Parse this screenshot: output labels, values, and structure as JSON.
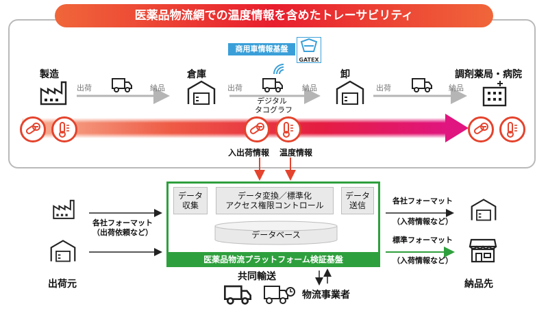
{
  "title": "医薬品物流網での温度情報を含めたトレーサビリティ",
  "top_flow": {
    "nodes": [
      "製造",
      "倉庫",
      "卸",
      "調剤薬局・病院"
    ],
    "edge_labels": {
      "ship": "出荷",
      "deliver": "納品"
    },
    "gatex_label": "商用車情報基盤",
    "gatex_logo_text": "GATEX",
    "digital_tachograph": [
      "デジタル",
      "タコグラフ"
    ],
    "info_labels": {
      "shipping": "入出荷情報",
      "temperature": "温度情報"
    }
  },
  "platform": {
    "collect": [
      "データ",
      "収集"
    ],
    "convert": [
      "データ変換／標準化",
      "アクセス権限コントロール"
    ],
    "send": [
      "データ",
      "送信"
    ],
    "database": "データベース",
    "name": "医薬品物流プラットフォーム検証基盤"
  },
  "left": {
    "format_label": [
      "各社フォーマット",
      "（出荷依頼など）"
    ],
    "source_label": "出荷元"
  },
  "right": {
    "company_format": [
      "各社フォーマット",
      "（入荷情報など）"
    ],
    "standard_format": [
      "標準フォーマット",
      "（入荷情報など）"
    ],
    "dest_label": "納品先"
  },
  "bottom": {
    "joint_transport": "共同輸送",
    "logistics_company": "物流事業者"
  },
  "colors": {
    "red": "#e4432d",
    "green": "#2e9f3d",
    "gray": "#b9b9b9",
    "blue": "#3a9fd8"
  },
  "icons": [
    "factory-icon",
    "warehouse-icon",
    "truck-icon",
    "hospital-icon",
    "medicine-icon",
    "thermometer-icon",
    "store-icon",
    "signal-icon"
  ]
}
